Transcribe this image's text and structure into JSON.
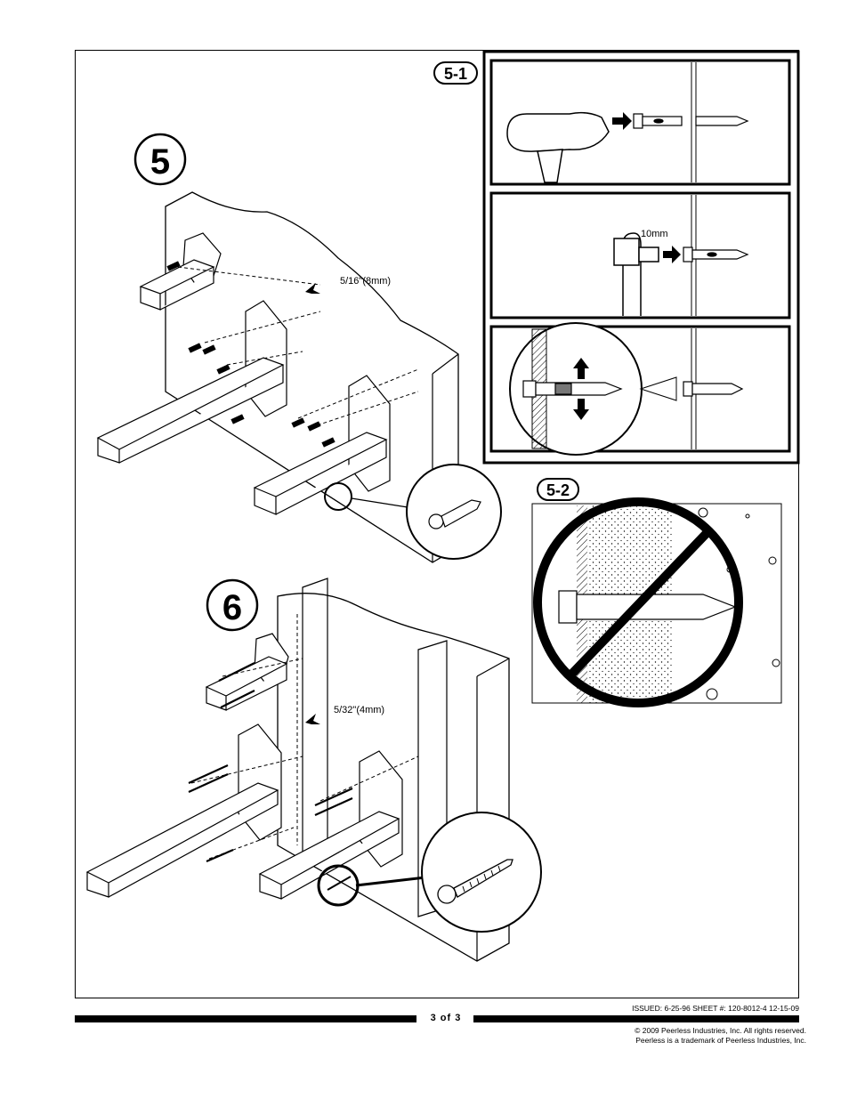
{
  "steps": {
    "step5": "5",
    "step6": "6",
    "sub51": "5-1",
    "sub52": "5-2"
  },
  "drill_sizes": {
    "step5": "5/16\"(8mm)",
    "step6": "5/32\"(4mm)",
    "socket": "10mm"
  },
  "footer": {
    "issued": "ISSUED: 6-25-96 SHEET #: 120-8012-4 12-15-09",
    "page": "3 of 3",
    "copyright": "© 2009 Peerless Industries, Inc. All rights reserved.",
    "trademark": "Peerless is a trademark of Peerless Industries, Inc."
  },
  "icons": [
    "hammer-icon",
    "anchor-icon",
    "wrench-icon",
    "expand-arrows-icon",
    "prohibited-icon",
    "lag-screw-icon"
  ]
}
